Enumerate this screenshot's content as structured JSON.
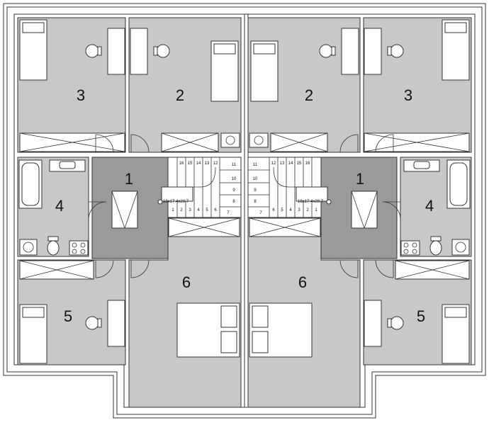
{
  "rooms": {
    "left": {
      "r1": "1",
      "r2": "2",
      "r3": "3",
      "r4": "4",
      "r5": "5",
      "r6": "6"
    },
    "right": {
      "r1": "1",
      "r2": "2",
      "r3": "3",
      "r4": "4",
      "r5": "5",
      "r6": "6"
    }
  },
  "stairs": {
    "dimension_label": "18x17.4x28.7",
    "left_steps": [
      "1",
      "2",
      "3",
      "4",
      "5",
      "6",
      "7",
      "8",
      "9",
      "10",
      "11",
      "12",
      "13",
      "14",
      "15",
      "16"
    ],
    "right_steps": [
      "1",
      "2",
      "3",
      "4",
      "5",
      "6",
      "7",
      "8",
      "9",
      "10",
      "11",
      "12",
      "13",
      "14",
      "15",
      "16"
    ]
  },
  "colors": {
    "room": "#c8c8c8",
    "hall": "#9a9a9a",
    "wall": "#333333",
    "background": "#ffffff"
  },
  "icons": [
    "bed-icon",
    "office-chair-icon",
    "desk-icon",
    "bathtub-icon",
    "toilet-icon",
    "sink-icon",
    "stove-icon",
    "wardrobe-icon",
    "chimney-icon"
  ]
}
